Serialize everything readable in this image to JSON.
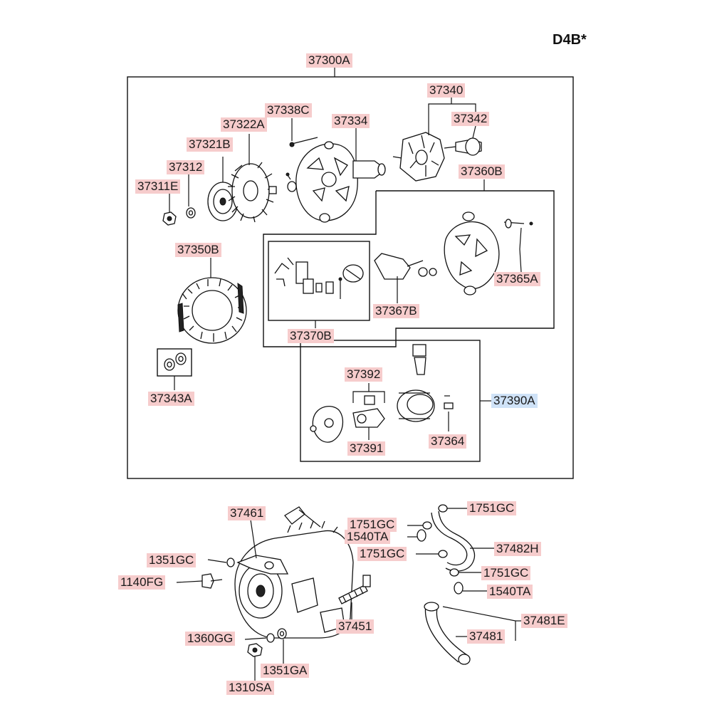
{
  "model_code": "D4B*",
  "selected_part": "37390A",
  "labels": {
    "l37300A": "37300A",
    "l37340": "37340",
    "l37338C": "37338C",
    "l37322A": "37322A",
    "l37334": "37334",
    "l37342": "37342",
    "l37321B": "37321B",
    "l37360B": "37360B",
    "l37312": "37312",
    "l37311E": "37311E",
    "l37350B": "37350B",
    "l37365A": "37365A",
    "l37367B": "37367B",
    "l37370B": "37370B",
    "l37343A": "37343A",
    "l37392": "37392",
    "l37390A": "37390A",
    "l37391": "37391",
    "l37364": "37364",
    "l37461": "37461",
    "l1751GC_a": "1751GC",
    "l1751GC_b": "1751GC",
    "l1540TA_a": "1540TA",
    "l1351GC": "1351GC",
    "l1751GC_c": "1751GC",
    "l37482H": "37482H",
    "l1751GC_d": "1751GC",
    "l1140FG": "1140FG",
    "l1540TA_b": "1540TA",
    "l37481E": "37481E",
    "l37451": "37451",
    "l1360GG": "1360GG",
    "l37481": "37481",
    "l1351GA": "1351GA",
    "l1310SA": "1310SA"
  }
}
